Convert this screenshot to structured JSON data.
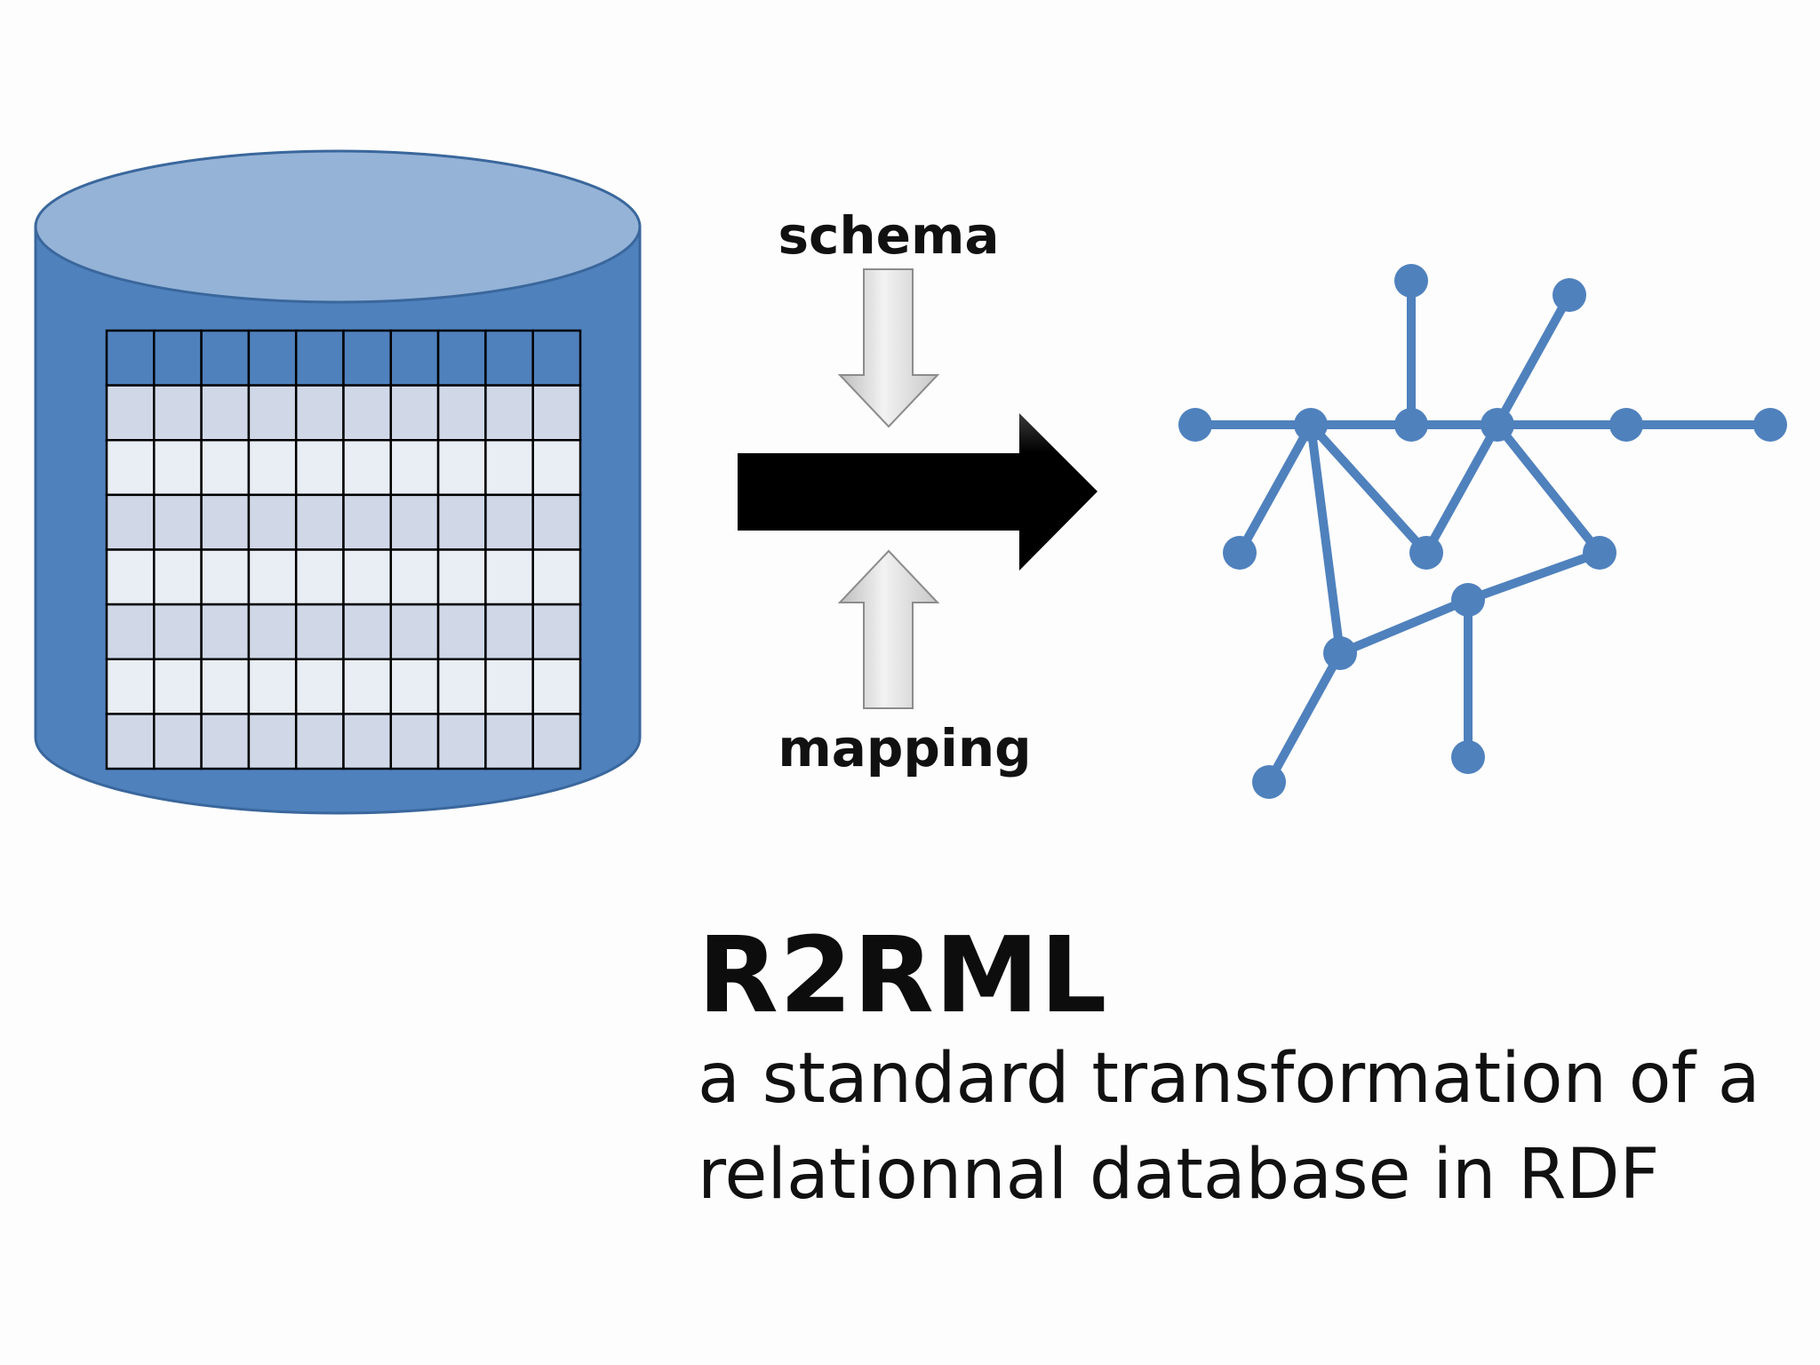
{
  "labels": {
    "schema": "schema",
    "mapping": "mapping"
  },
  "title": "R2RML",
  "subtitle": {
    "line1": "a standard transformation of a",
    "line2": "relationnal database in RDF"
  },
  "colors": {
    "cylinder_body": "#4f81bd",
    "cylinder_top": "#95b3d7",
    "table_header": "#4f81bd",
    "table_row_dark": "#d0d8e8",
    "table_row_light": "#e9edf4",
    "graph": "#4f81bd",
    "arrow_main": "#000000",
    "arrow_small": "#e6e6e6"
  },
  "icons": {
    "database": "database-cylinder-icon",
    "graph": "rdf-graph-icon",
    "arrow": "transform-arrow-icon"
  }
}
